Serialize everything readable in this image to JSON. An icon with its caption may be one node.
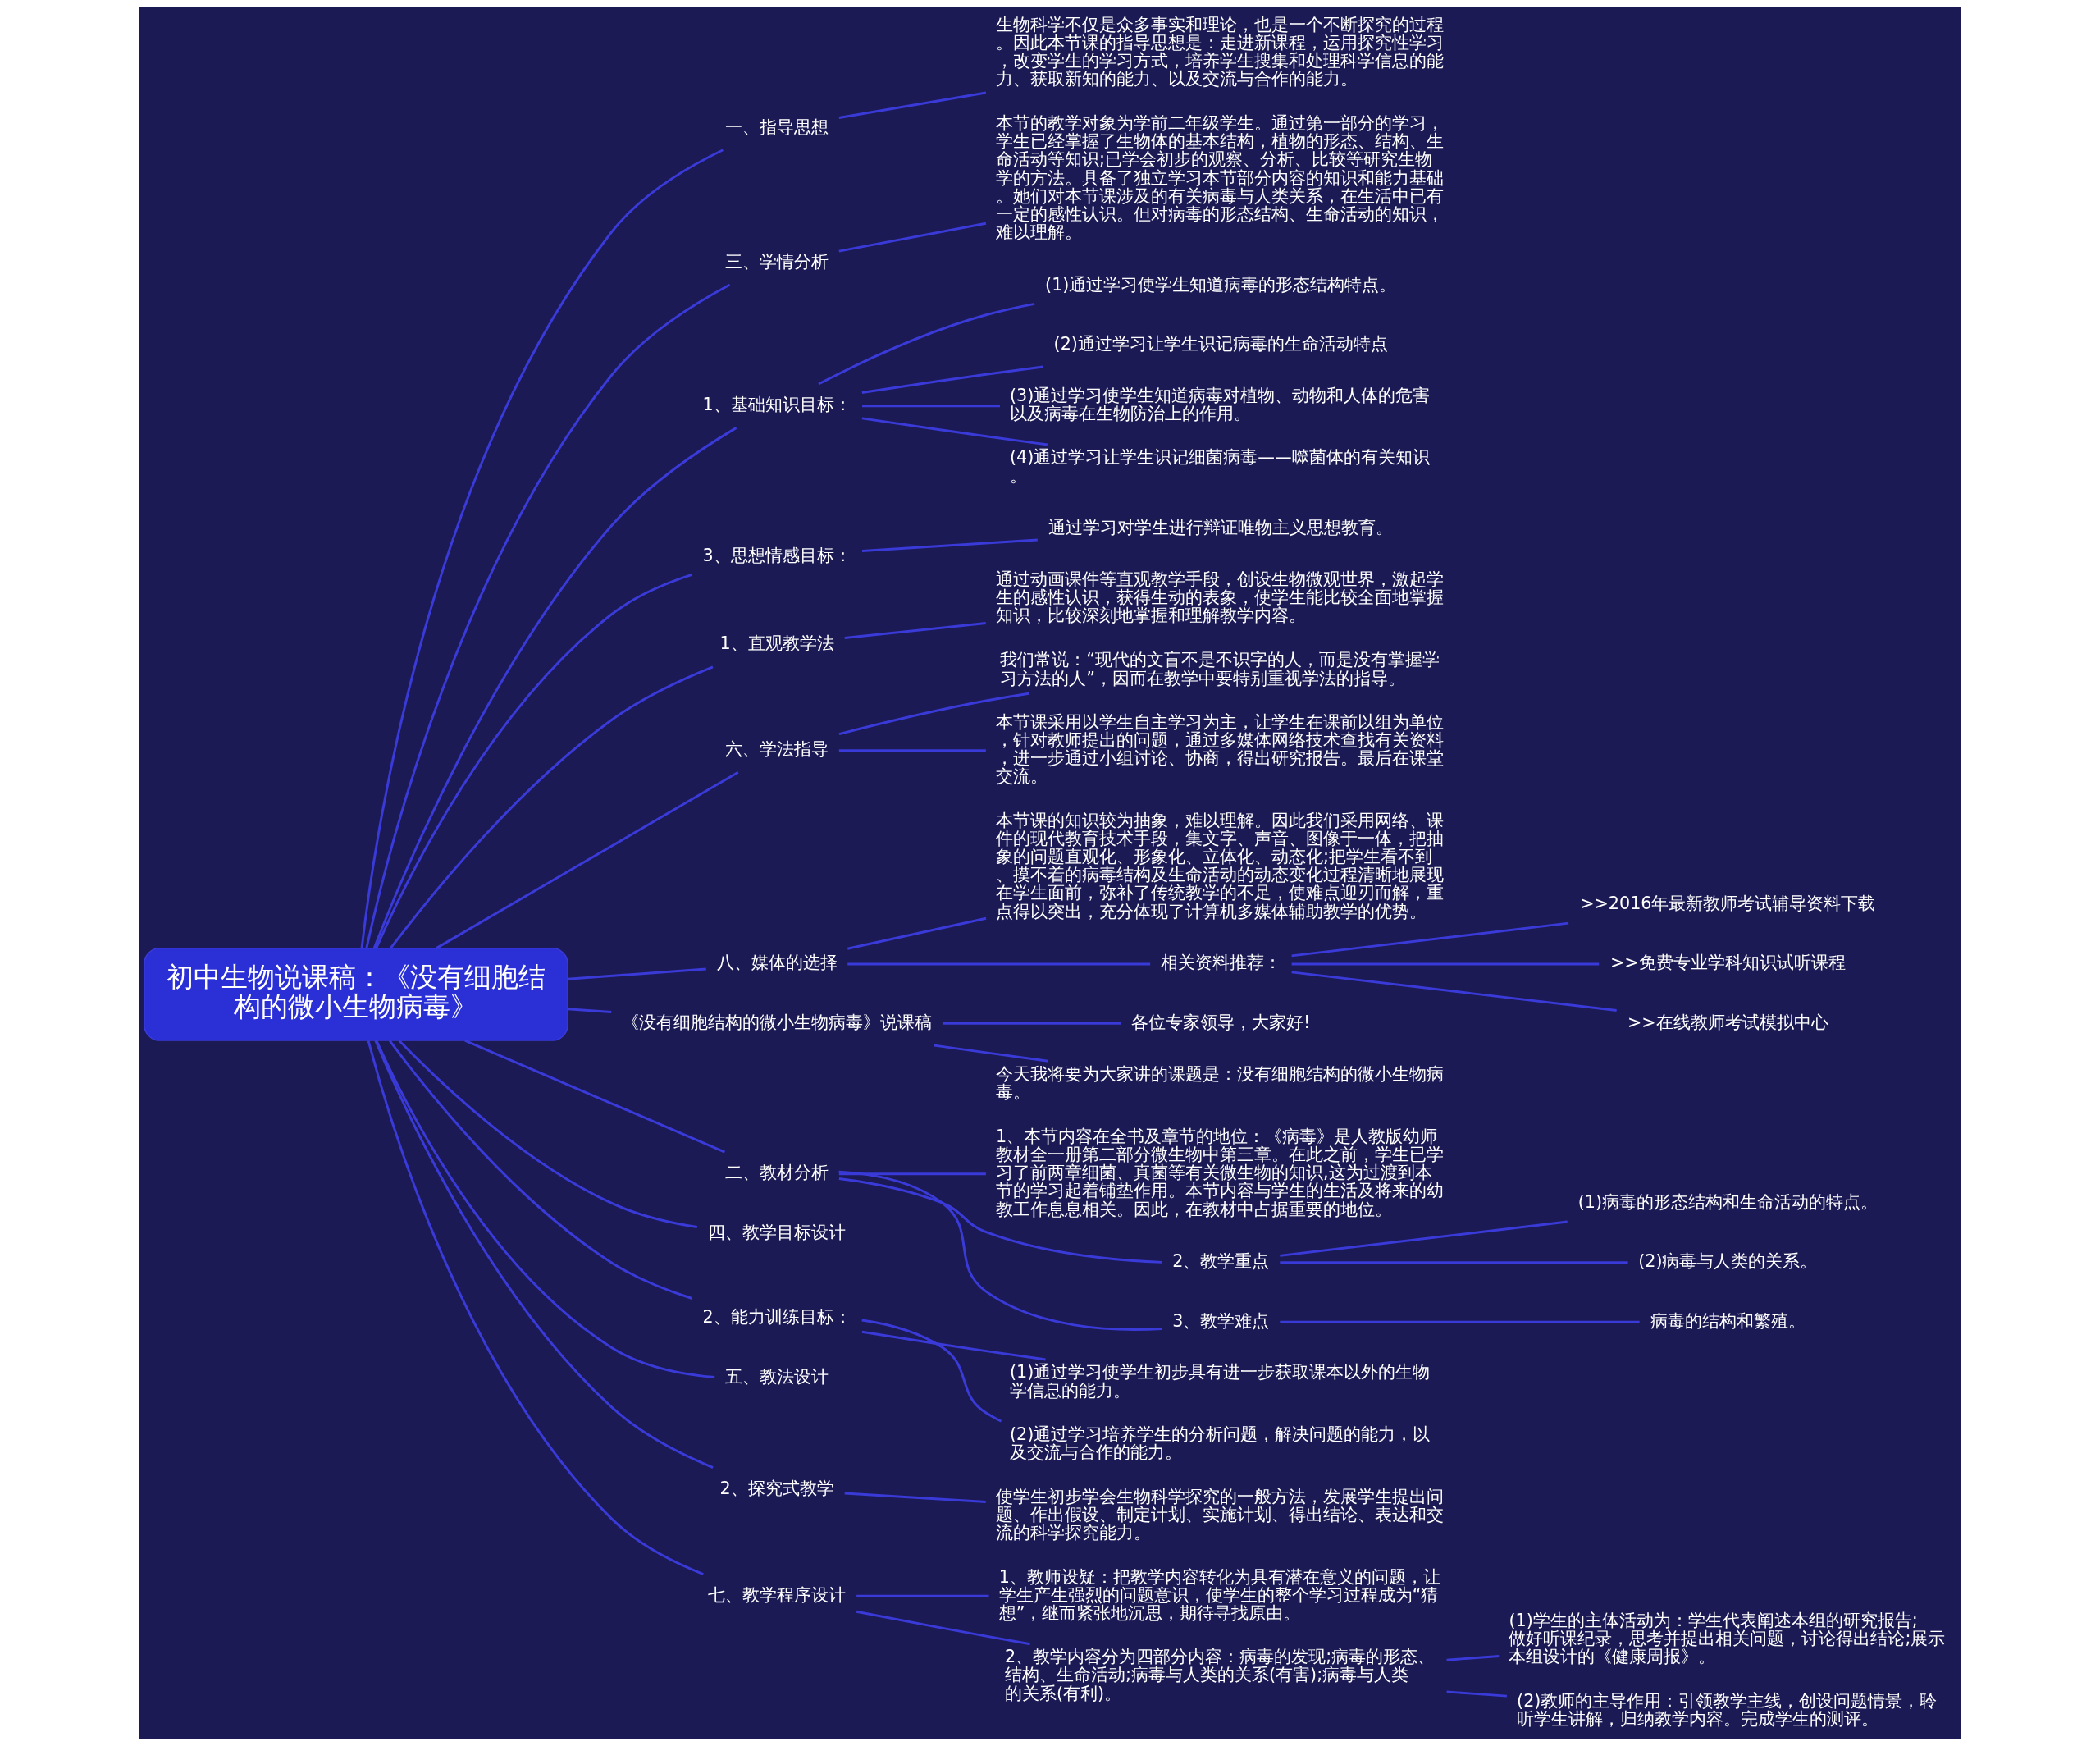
{
  "diagram": {
    "nodes": [
      {
        "text": [
          "初中生物说课稿：《没有细胞结构的微小生物病毒》"
        ]
      },
      {
        "text": [
          "一、指导思想"
        ]
      },
      {
        "text": [
          "生物科学不仅是众多事实和理论，也是一个不断探究的过程。因此本节课的指导思想是：走进新课程，运用探究性学习，改变学生的学习方式，培养学生搜集和处理科学信息的能力、获取新知的能力、以及交流与合作的能力。"
        ]
      },
      {
        "text": [
          "三、学情分析"
        ]
      },
      {
        "text": [
          "本节的教学对象为学前二年级学生。通过第一部分的学习，学生已经掌握了生物体的基本结构，植物的形态、结构、生命活动等知识;已学会初步的观察、分析、比较等研究生物学的方法。具备了独立学习本节部分内容的知识和能力基础。她们对本节课涉及的有关病毒与人类关系，在生活中已有一定的感性认识。但对病毒的形态结构、生命活动的知识，难以理解。"
        ]
      },
      {
        "text": [
          "1、基础知识目标："
        ]
      },
      {
        "text": [
          "(1)通过学习使学生知道病毒的形态结构特点。"
        ]
      },
      {
        "text": [
          "(2)通过学习让学生识记病毒的生命活动特点"
        ]
      },
      {
        "text": [
          "(3)通过学习使学生知道病毒对植物、动物和人体的危害以及病毒在生物防治上的作用。"
        ]
      },
      {
        "text": [
          "(4)通过学习让学生识记细菌病毒——噬菌体的有关知识。"
        ]
      },
      {
        "text": [
          "3、思想情感目标："
        ]
      },
      {
        "text": [
          "通过学习对学生进行辩证唯物主义思想教育。"
        ]
      },
      {
        "text": [
          "1、直观教学法"
        ]
      },
      {
        "text": [
          "通过动画课件等直观教学手段，创设生物微观世界，激起学生的感性认识，获得生动的表象，使学生能比较全面地掌握知识，比较深刻地掌握和理解教学内容。"
        ]
      },
      {
        "text": [
          "六、学法指导"
        ]
      },
      {
        "text": [
          "我们常说：“现代的文盲不是不识字的人，而是没有掌握学习方法的人”，因而在教学中要特别重视学法的指导。"
        ]
      },
      {
        "text": [
          "本节课采用以学生自主学习为主，让学生在课前以组为单位，针对教师提出的问题，通过多媒体网络技术查找有关资料，进一步通过小组讨论、协商，得出研究报告。最后在课堂交流。"
        ]
      },
      {
        "text": [
          "八、媒体的选择"
        ]
      },
      {
        "text": [
          "本节课的知识较为抽象，难以理解。因此我们采用网络、课件的现代教育技术手段，集文字、声音、图像于一体，把抽象的问题直观化、形象化、立体化、动态化;把学生看不到、摸不着的病毒结构及生命活动的动态变化过程清晰地展现在学生面前，弥补了传统教学的不足，使难点迎刃而解，重点得以突出，充分体现了计算机多媒体辅助教学的优势。"
        ]
      },
      {
        "text": [
          "相关资料推荐："
        ]
      },
      {
        "text": [
          ">>2016年最新教师考试辅导资料下载"
        ]
      },
      {
        "text": [
          ">>免费专业学科知识试听课程"
        ]
      },
      {
        "text": [
          ">>在线教师考试模拟中心"
        ]
      },
      {
        "text": [
          "《没有细胞结构的微小生物病毒》说课稿"
        ]
      },
      {
        "text": [
          "各位专家领导，大家好!"
        ]
      },
      {
        "text": [
          "今天我将要为大家讲的课题是：没有细胞结构的微小生物病毒。"
        ]
      },
      {
        "text": [
          "二、教材分析"
        ]
      },
      {
        "text": [
          "1、本节内容在全书及章节的地位：《病毒》是人教版幼师教材全一册第二部分微生物中第三章。在此之前，学生已学习了前两章细菌、真菌等有关微生物的知识,这为过渡到本节的学习起着铺垫作用。本节内容与学生的生活及将来的幼教工作息息相关。因此，在教材中占据重要的地位。"
        ]
      },
      {
        "text": [
          "2、教学重点"
        ]
      },
      {
        "text": [
          "(1)病毒的形态结构和生命活动的特点。"
        ]
      },
      {
        "text": [
          "(2)病毒与人类的关系。"
        ]
      },
      {
        "text": [
          "3、教学难点"
        ]
      },
      {
        "text": [
          "病毒的结构和繁殖。"
        ]
      },
      {
        "text": [
          "四、教学目标设计"
        ]
      },
      {
        "text": [
          "2、能力训练目标："
        ]
      },
      {
        "text": [
          "(1)通过学习使学生初步具有进一步获取课本以外的生物学信息的能力。"
        ]
      },
      {
        "text": [
          "(2)通过学习培养学生的分析问题，解决问题的能力，以及交流与合作的能力。"
        ]
      },
      {
        "text": [
          "五、教法设计"
        ]
      },
      {
        "text": [
          "2、探究式教学"
        ]
      },
      {
        "text": [
          "使学生初步学会生物科学探究的一般方法，发展学生提出问题、作出假设、制定计划、实施计划、得出结论、表达和交流的科学探究能力。"
        ]
      },
      {
        "text": [
          "七、教学程序设计"
        ]
      },
      {
        "text": [
          "1、教师设疑：把教学内容转化为具有潜在意义的问题，让学生产生强烈的问题意识，使学生的整个学习过程成为“猜想”，继而紧张地沉思，期待寻找原由。"
        ]
      },
      {
        "text": [
          "2、教学内容分为四部分内容：病毒的发现;病毒的形态、结构、生命活动;病毒与人类的关系(有害);病毒与人类的关系(有利)。"
        ]
      },
      {
        "text": [
          "(1)学生的主体活动为：学生代表阐述本组的研究报告;做好听课纪录，思考并提出相关问题，讨论得出结论;展示本组设计的《健康周报》。"
        ]
      },
      {
        "text": [
          "(2)教师的主导作用：引领教学主线，创设问题情景，聆听学生讲解，归纳教学内容。完成学生的测评。"
        ]
      }
    ],
    "edges": [
      {
        "from": 0,
        "to": 1,
        "arrow": "none"
      },
      {
        "from": 1,
        "to": 2,
        "arrow": "none"
      },
      {
        "from": 0,
        "to": 3,
        "arrow": "none"
      },
      {
        "from": 3,
        "to": 4,
        "arrow": "none"
      },
      {
        "from": 0,
        "to": 5,
        "arrow": "none"
      },
      {
        "from": 5,
        "to": 6,
        "arrow": "none"
      },
      {
        "from": 5,
        "to": 7,
        "arrow": "none"
      },
      {
        "from": 5,
        "to": 8,
        "arrow": "none"
      },
      {
        "from": 5,
        "to": 9,
        "arrow": "none"
      },
      {
        "from": 0,
        "to": 10,
        "arrow": "none"
      },
      {
        "from": 10,
        "to": 11,
        "arrow": "none"
      },
      {
        "from": 0,
        "to": 12,
        "arrow": "none"
      },
      {
        "from": 12,
        "to": 13,
        "arrow": "none"
      },
      {
        "from": 0,
        "to": 14,
        "arrow": "none"
      },
      {
        "from": 14,
        "to": 15,
        "arrow": "none"
      },
      {
        "from": 14,
        "to": 16,
        "arrow": "none"
      },
      {
        "from": 0,
        "to": 17,
        "arrow": "none"
      },
      {
        "from": 17,
        "to": 18,
        "arrow": "none"
      },
      {
        "from": 17,
        "to": 19,
        "arrow": "none"
      },
      {
        "from": 19,
        "to": 20,
        "arrow": "none"
      },
      {
        "from": 19,
        "to": 21,
        "arrow": "none"
      },
      {
        "from": 19,
        "to": 22,
        "arrow": "none"
      },
      {
        "from": 0,
        "to": 23,
        "arrow": "none"
      },
      {
        "from": 23,
        "to": 24,
        "arrow": "none"
      },
      {
        "from": 23,
        "to": 25,
        "arrow": "none"
      },
      {
        "from": 0,
        "to": 26,
        "arrow": "none"
      },
      {
        "from": 26,
        "to": 27,
        "arrow": "none"
      },
      {
        "from": 26,
        "to": 28,
        "arrow": "none"
      },
      {
        "from": 28,
        "to": 29,
        "arrow": "none"
      },
      {
        "from": 28,
        "to": 30,
        "arrow": "none"
      },
      {
        "from": 26,
        "to": 31,
        "arrow": "none"
      },
      {
        "from": 31,
        "to": 32,
        "arrow": "none"
      },
      {
        "from": 0,
        "to": 33,
        "arrow": "none"
      },
      {
        "from": 0,
        "to": 34,
        "arrow": "none"
      },
      {
        "from": 34,
        "to": 35,
        "arrow": "none"
      },
      {
        "from": 34,
        "to": 36,
        "arrow": "none"
      },
      {
        "from": 0,
        "to": 37,
        "arrow": "none"
      },
      {
        "from": 0,
        "to": 38,
        "arrow": "none"
      },
      {
        "from": 38,
        "to": 39,
        "arrow": "none"
      },
      {
        "from": 0,
        "to": 40,
        "arrow": "none"
      },
      {
        "from": 40,
        "to": 41,
        "arrow": "none"
      },
      {
        "from": 40,
        "to": 42,
        "arrow": "none"
      },
      {
        "from": 42,
        "to": 43,
        "arrow": "none"
      },
      {
        "from": 42,
        "to": 44,
        "arrow": "none"
      }
    ]
  }
}
